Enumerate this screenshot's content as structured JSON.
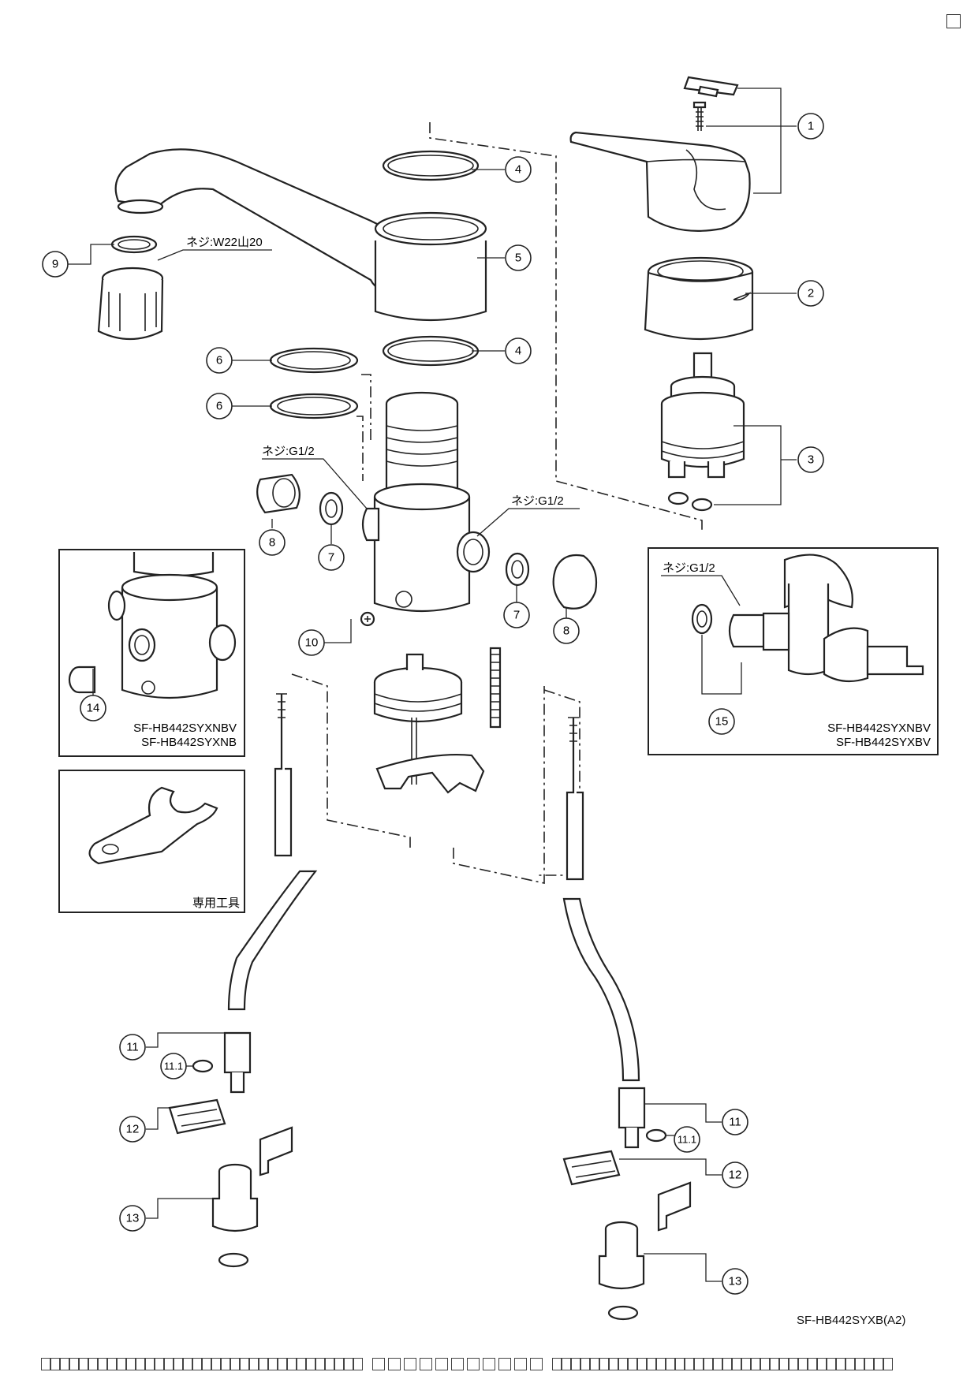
{
  "callouts": {
    "c1": "1",
    "c2": "2",
    "c3": "3",
    "c4a": "4",
    "c4b": "4",
    "c5": "5",
    "c6a": "6",
    "c6b": "6",
    "c7a": "7",
    "c7b": "7",
    "c8a": "8",
    "c8b": "8",
    "c9": "9",
    "c10": "10",
    "c11a": "11",
    "c11b": "11",
    "c111a": "11.1",
    "c111b": "11.1",
    "c12a": "12",
    "c12b": "12",
    "c13a": "13",
    "c13b": "13",
    "c14": "14",
    "c15": "15"
  },
  "thread_labels": {
    "spout": "ネジ:W22山20",
    "body_left": "ネジ:G1/2",
    "body_right": "ネジ:G1/2",
    "inset_right": "ネジ:G1/2"
  },
  "inset_left": {
    "model_1": "SF-HB442SYXNBV",
    "model_2": "SF-HB442SYXNB"
  },
  "inset_right": {
    "model_1": "SF-HB442SYXNBV",
    "model_2": "SF-HB442SYXBV"
  },
  "tool_box": {
    "caption": "専用工具"
  },
  "footer": {
    "model_code": "SF-HB442SYXB(A2)"
  },
  "colors": {
    "line": "#222222",
    "fill": "#ffffff"
  }
}
